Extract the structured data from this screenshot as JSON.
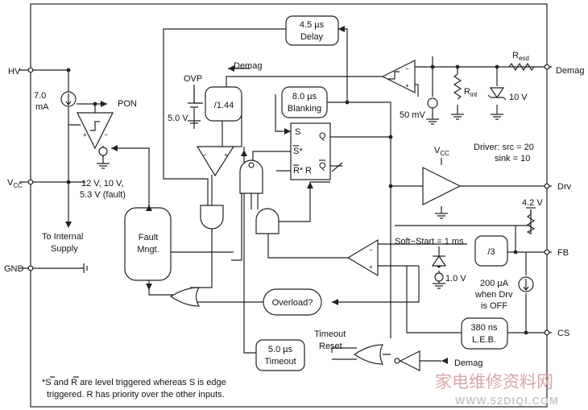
{
  "pins": {
    "hv": "HV",
    "vcc": "V",
    "vcc_sub": "CC",
    "gnd": "GND",
    "demag": "Demag",
    "drv": "Drv",
    "fb": "FB",
    "cs": "CS"
  },
  "blocks": {
    "delay_l1": "4.5 µs",
    "delay_l2": "Delay",
    "blanking_l1": "8.0 µs",
    "blanking_l2": "Blanking",
    "div144": "/1.44",
    "div3": "/3",
    "fault_l1": "Fault",
    "fault_l2": "Mngt.",
    "overload": "Overload?",
    "timeout_l1": "5.0 µs",
    "timeout_l2": "Timeout",
    "leb_l1": "380 ns",
    "leb_l2": "L.E.B.",
    "ff_s": "S",
    "ff_sstar": "S*",
    "ff_rstar": "R*",
    "ff_r": "R",
    "ff_q": "Q",
    "ff_qbar": "Q"
  },
  "labels": {
    "current_7ma_l1": "7.0",
    "current_7ma_l2": "mA",
    "pon": "PON",
    "ovp": "OVP",
    "v50": "5.0 V",
    "demag_internal": "Demag",
    "mv50": "50 mV",
    "r_int": "R",
    "r_int_sub": "int",
    "r_esd": "R",
    "r_esd_sub": "esd",
    "v10": "10 V",
    "driver_l1": "Driver: src = 20",
    "driver_l2": "sink = 10",
    "vcc_drv": "V",
    "vcc_drv_sub": "CC",
    "v42": "4.2 V",
    "soft_start": "Soft−Start = 1 ms",
    "v10b": "1.0 V",
    "ua200_l1": "200 µA",
    "ua200_l2": "when Drv",
    "ua200_l3": "is OFF",
    "uvlo_l1": "12 V, 10 V,",
    "uvlo_l2": "5.3 V (fault)",
    "internal_l1": "To Internal",
    "internal_l2": "Supply",
    "timeout_reset_l1": "Timeout",
    "timeout_reset_l2": "Reset",
    "demag_in": "Demag",
    "note_l1": "*S and R are level triggered whereas S is edge",
    "note_l2": "triggered. R has priority over the other inputs."
  },
  "watermark": {
    "cn": "家电维修资料网",
    "url": "WWW.52DIQI.COM"
  }
}
